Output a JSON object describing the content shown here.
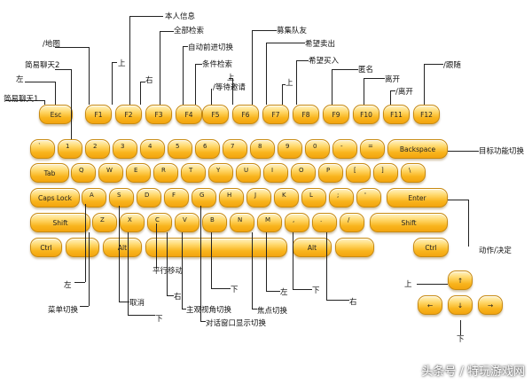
{
  "keys": {
    "row_fn": [
      "Esc",
      "F1",
      "F2",
      "F3",
      "F4",
      "F5",
      "F6",
      "F7",
      "F8",
      "F9",
      "F10",
      "F11",
      "F12"
    ],
    "row_num": [
      "`",
      "1",
      "2",
      "3",
      "4",
      "5",
      "6",
      "7",
      "8",
      "9",
      "0",
      "-",
      "=",
      "Backspace"
    ],
    "row_tab": [
      "Tab",
      "Q",
      "W",
      "E",
      "R",
      "T",
      "Y",
      "U",
      "I",
      "O",
      "P",
      "[",
      "]",
      "\\"
    ],
    "row_caps": [
      "Caps Lock",
      "A",
      "S",
      "D",
      "F",
      "G",
      "H",
      "J",
      "K",
      "L",
      ";",
      "'",
      "Enter"
    ],
    "row_shift": [
      "Shift",
      "Z",
      "X",
      "C",
      "V",
      "B",
      "N",
      "M",
      ",",
      ".",
      "/",
      "Shift"
    ],
    "row_ctrl": [
      "Ctrl",
      "",
      "Alt",
      "",
      "Alt",
      "",
      "Ctrl"
    ],
    "arrows": [
      "↑",
      "←",
      "↓",
      "→"
    ]
  },
  "labels": {
    "simple_chat1": "简易聊天1",
    "left_1": "左",
    "simple_chat2": "简易聊天2",
    "map": "/地图",
    "self_info": "本人信息",
    "up_1": "上",
    "right_1": "右",
    "search_all": "全部检索",
    "auto_move": "自动前进切换",
    "cond_search": "条件检索",
    "wait_invite": "/等待邀请",
    "up_2": "上",
    "recruit": "募集队友",
    "want_sell": "希望卖出",
    "up_3": "上",
    "want_buy": "希望买入",
    "anon": "匿名",
    "leave_1": "离开",
    "leave_2": "/离开",
    "follow": "/跟随",
    "target_switch": "目标功能切换",
    "action": "动作/决定",
    "left_2": "左",
    "menu_switch": "菜单切换",
    "cancel": "取消",
    "down_1": "下",
    "parallel": "平行移动",
    "right_2": "右",
    "view_switch": "主观视角切换",
    "dialog_switch": "对话窗口显示切换",
    "down_2": "下",
    "left_3": "左",
    "focus_switch": "焦点切换",
    "down_3": "下",
    "right_3": "右",
    "up_4": "上",
    "down_4": "下"
  },
  "watermark": "头条号 / 特玩游戏网",
  "colors": {
    "key_top": "#fff3c8",
    "key_mid": "#ffd86a",
    "key_bottom": "#f3a40f",
    "key_border": "#c88a10"
  }
}
